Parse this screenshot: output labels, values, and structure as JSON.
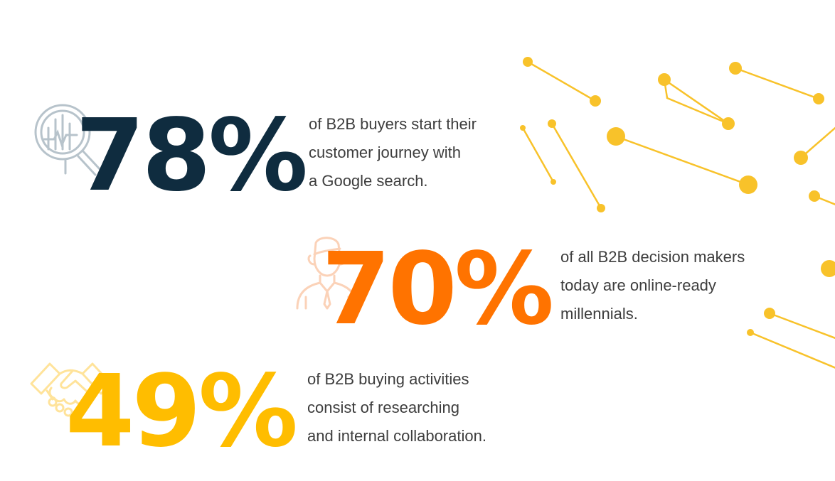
{
  "theme": {
    "dark": "#0f2c3f",
    "orange": "#ff7300",
    "yellow": "#ffbd00",
    "text": "#3d3d3d",
    "icon_gray": "#b7c3cb",
    "icon_orange": "#fbd2b8",
    "icon_yellow": "#ffe39a",
    "network": "#f8c22a"
  },
  "stats": [
    {
      "number": "78%",
      "icon": "magnifier-analytics-icon",
      "lines": [
        "of B2B buyers start their",
        "customer journey with",
        "a Google search."
      ]
    },
    {
      "number": "70%",
      "icon": "businessman-icon",
      "lines": [
        "of all B2B decision makers",
        "today are online-ready",
        "millennials."
      ]
    },
    {
      "number": "49%",
      "icon": "handshake-icon",
      "lines": [
        "of B2B buying activities",
        "consist of researching",
        "and internal collaboration."
      ]
    }
  ]
}
